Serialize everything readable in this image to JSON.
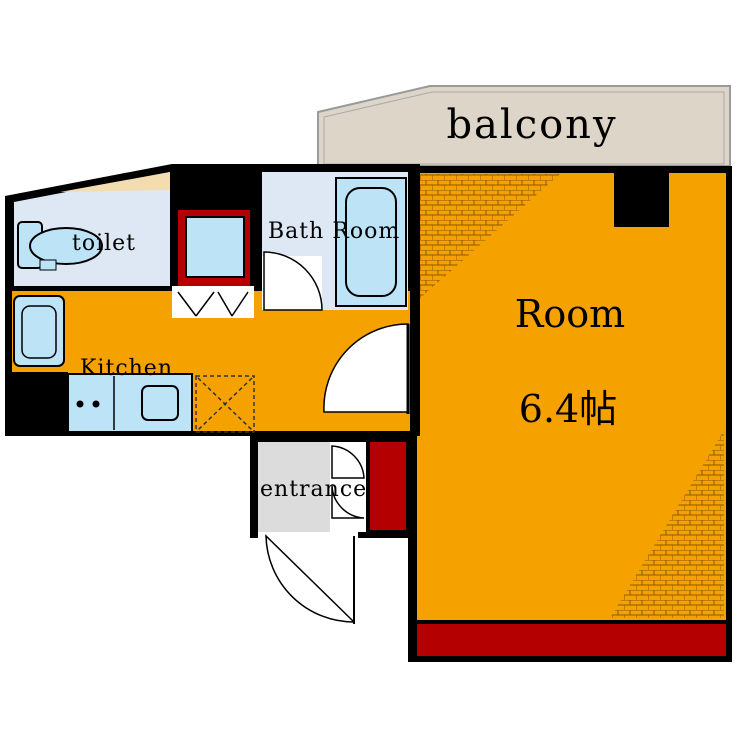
{
  "rooms": {
    "balcony": {
      "label": "balcony"
    },
    "toilet": {
      "label": "toilet"
    },
    "bath": {
      "label": "Bath Room"
    },
    "kitchen": {
      "label": "Kitchen"
    },
    "entrance": {
      "label": "entrance"
    },
    "main": {
      "label": "Room",
      "size": "6.4帖"
    }
  },
  "colors": {
    "wall": "#000000",
    "floor": "#f5a100",
    "wet_area": "#dde8f4",
    "fixture": "#bde3f7",
    "balcony": "#ddd5c8",
    "storage": "#b50000",
    "entrance_floor": "#dcdcdc"
  },
  "icons": {
    "toilet": "toilet-icon",
    "bathtub": "bathtub-icon",
    "washer": "washing-machine-icon",
    "fridge": "refrigerator-icon",
    "stove": "stove-icon",
    "sink": "sink-icon"
  }
}
